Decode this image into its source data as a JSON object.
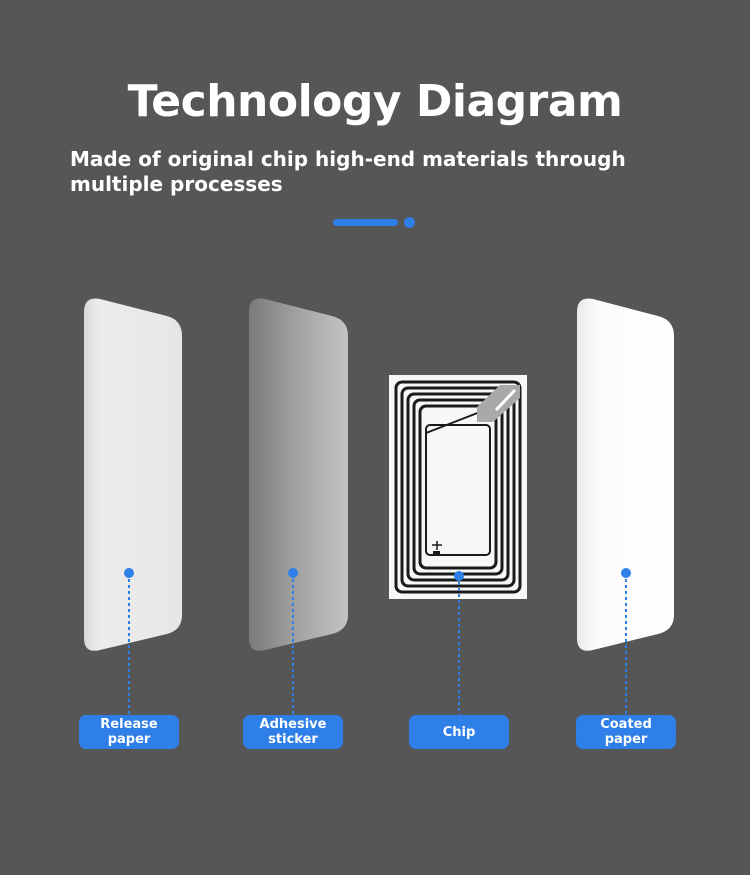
{
  "header": {
    "title": "Technology Diagram",
    "subtitle": "Made of original chip high-end materials through multiple processes"
  },
  "colors": {
    "background": "#565656",
    "accent": "#2f7fe8",
    "label_bg": "#2f7fe8"
  },
  "layers": [
    {
      "id": "release-paper",
      "label": "Release paper"
    },
    {
      "id": "adhesive-sticker",
      "label": "Adhesive sticker"
    },
    {
      "id": "chip",
      "label": "Chip"
    },
    {
      "id": "coated-paper",
      "label": "Coated paper"
    }
  ]
}
